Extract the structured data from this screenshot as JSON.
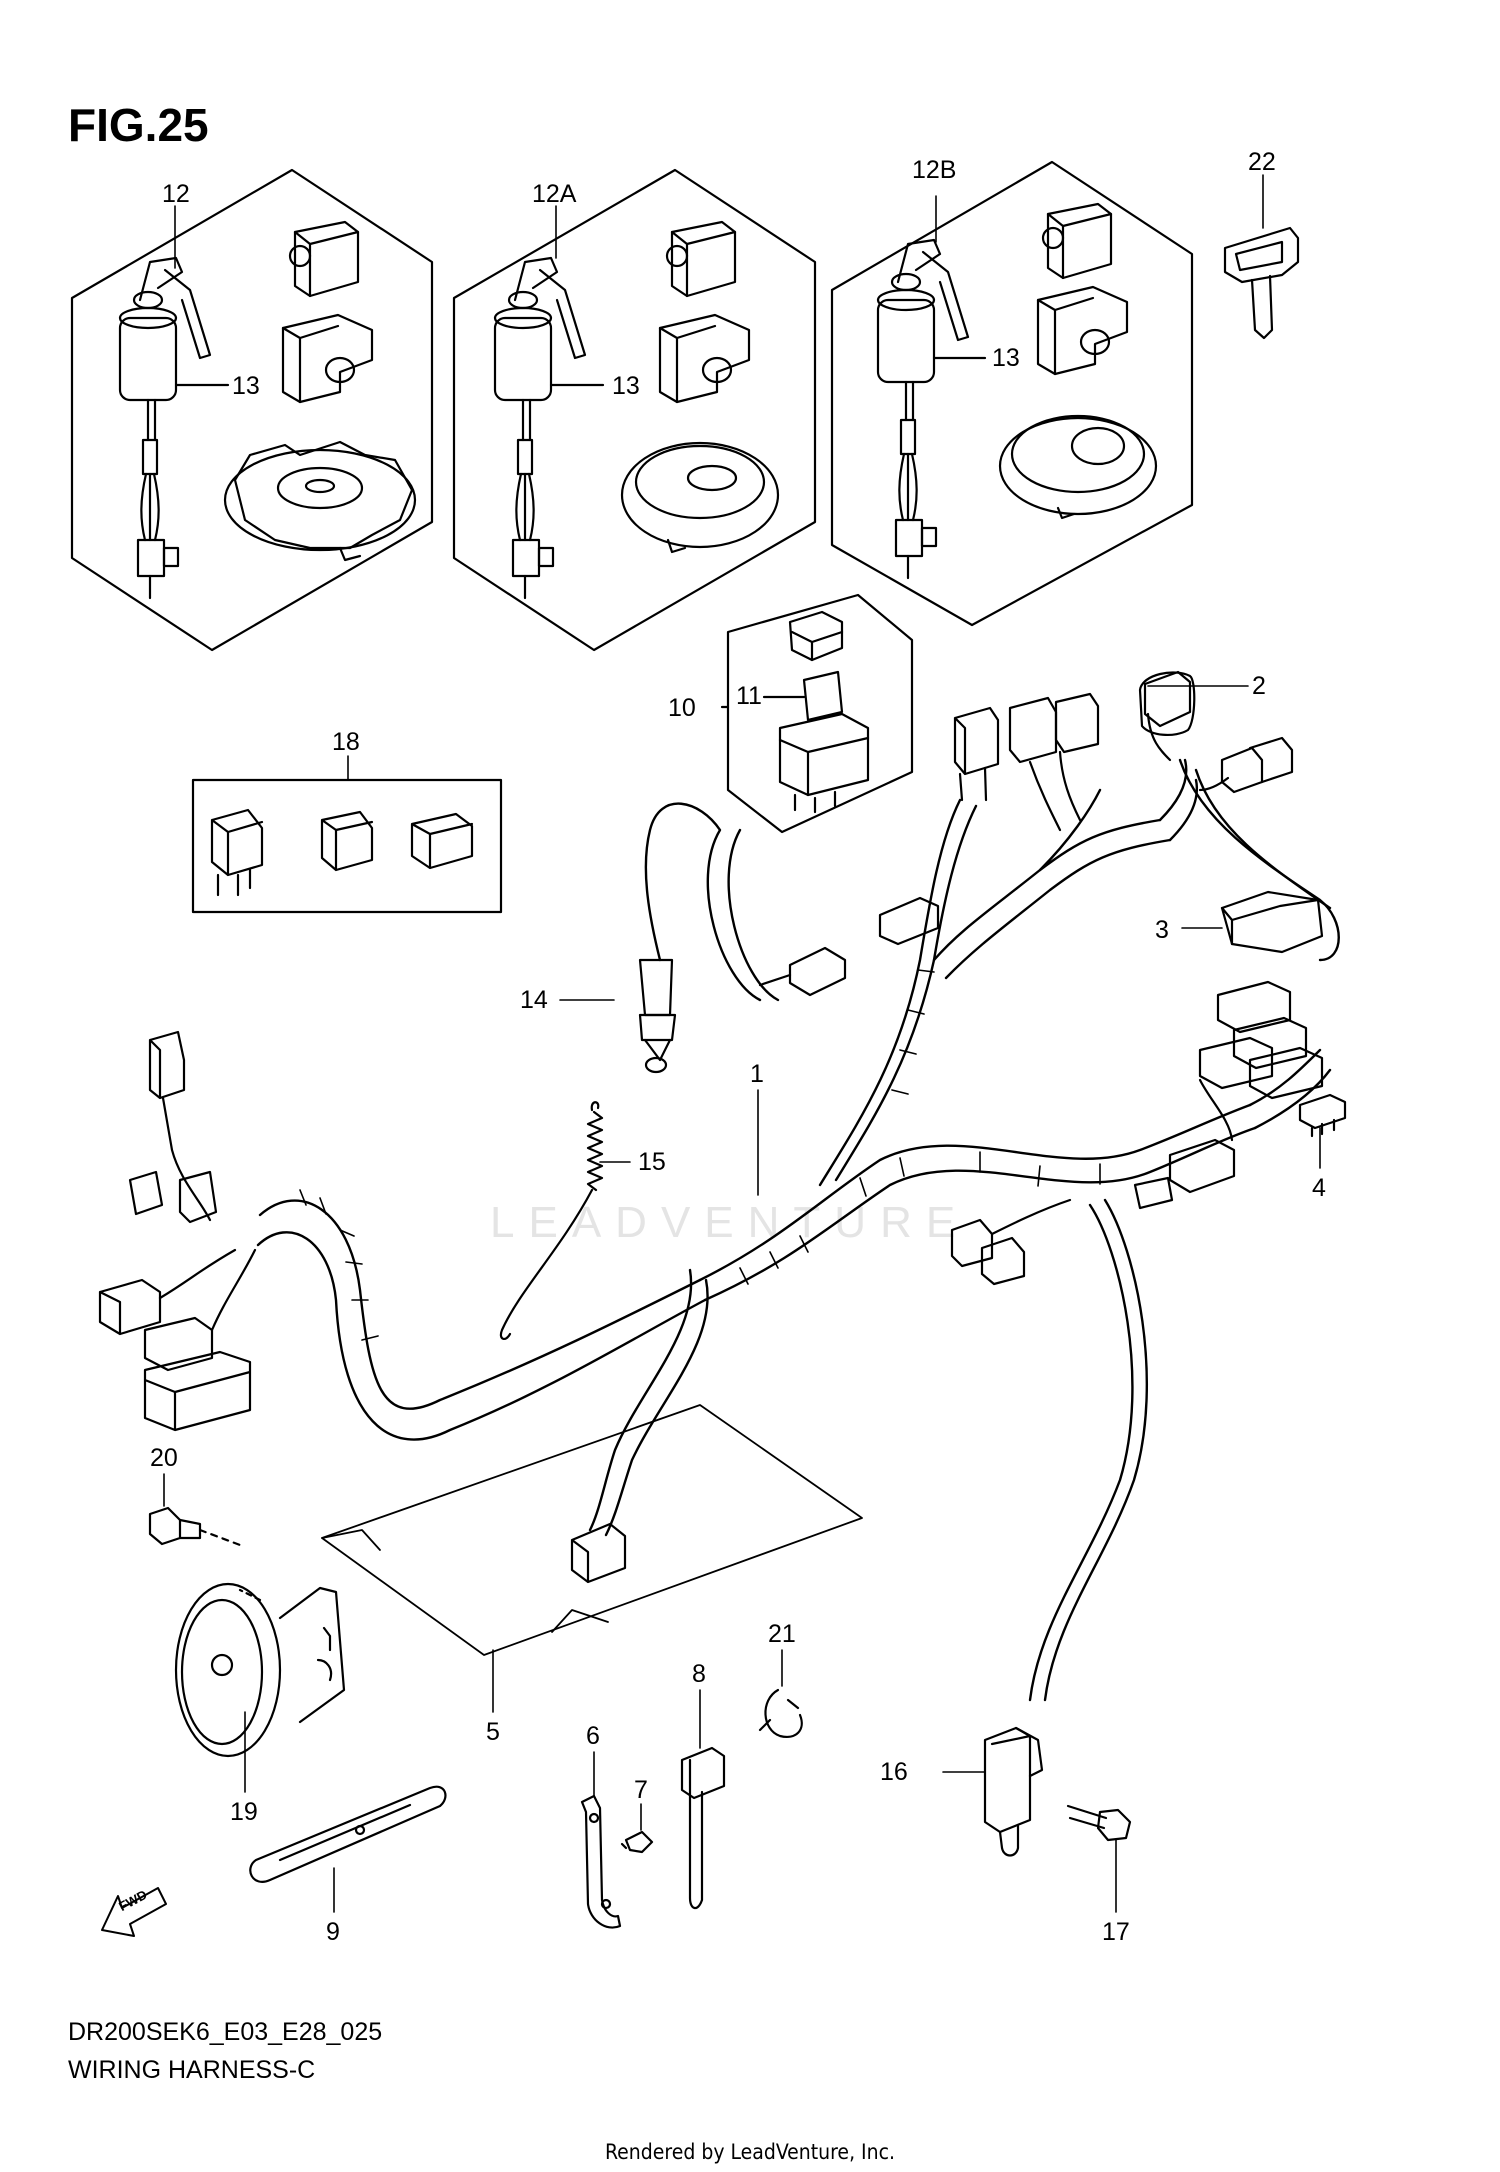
{
  "figure": {
    "title": "FIG.25"
  },
  "watermark": "LEADVENTURE",
  "fwd_label": "FWD",
  "footer": {
    "code": "DR200SEK6_E03_E28_025",
    "name": "WIRING HARNESS-C",
    "credit": "Rendered by LeadVenture, Inc."
  },
  "callouts": {
    "c12": "12",
    "c12a": "12A",
    "c12b": "12B",
    "c22": "22",
    "c13a": "13",
    "c13b": "13",
    "c13c": "13",
    "c10": "10",
    "c11": "11",
    "c2": "2",
    "c18": "18",
    "c3": "3",
    "c14": "14",
    "c1": "1",
    "c15": "15",
    "c4": "4",
    "c20": "20",
    "c5": "5",
    "c21": "21",
    "c8": "8",
    "c6": "6",
    "c7": "7",
    "c16": "16",
    "c19": "19",
    "c9": "9",
    "c17": "17"
  },
  "colors": {
    "line": "#000000",
    "background": "#ffffff",
    "watermark": "#e4e4e4"
  }
}
